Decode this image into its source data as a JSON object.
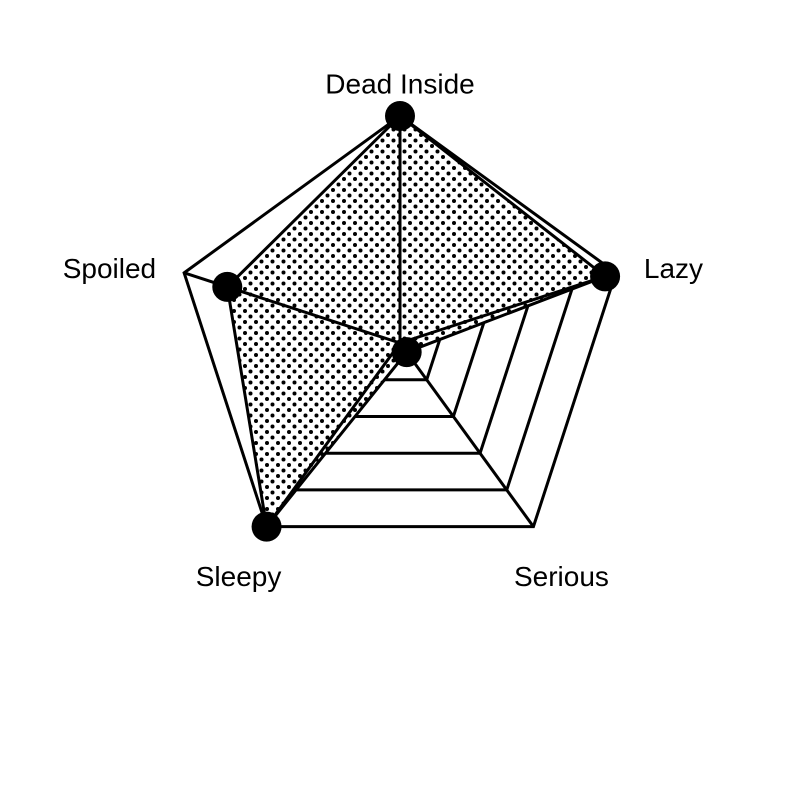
{
  "chart_data": {
    "type": "radar",
    "title": "",
    "axes": [
      "Dead Inside",
      "Lazy",
      "Serious",
      "Sleepy",
      "Spoiled"
    ],
    "rmax": 1.0,
    "grid_levels": [
      0.2,
      0.4,
      0.6,
      0.8,
      1.0
    ],
    "series": [
      {
        "values": [
          1.0,
          0.95,
          0.05,
          1.0,
          0.8
        ]
      }
    ],
    "fill_pattern": "dots",
    "grid": true,
    "legend": "none",
    "colors": {
      "line": "#000000",
      "fill_dot": "#000000",
      "background": "#ffffff"
    }
  }
}
